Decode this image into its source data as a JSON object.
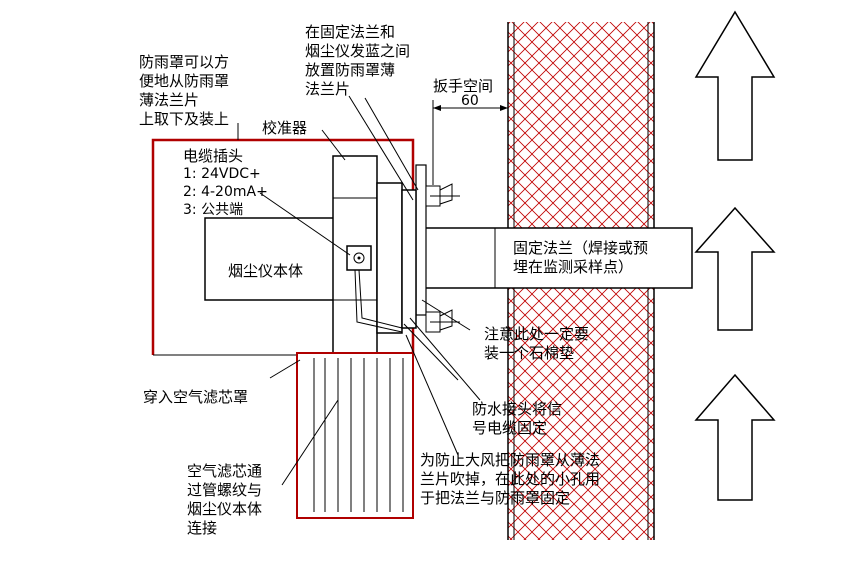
{
  "labels": {
    "rain_cover_note": [
      "防雨罩可以方",
      "便地从防雨罩",
      "薄法兰片",
      "上取下及装上"
    ],
    "fixed_flange_note": [
      "在固定法兰和",
      "烟尘仪发蓝之间",
      "放置防雨罩薄",
      "法兰片"
    ],
    "wrench_space": "扳手空间",
    "wrench_dim": "60",
    "calibrator": "校准器",
    "cable_plug_title": "电缆插头",
    "cable_plug_pins": [
      "1: 24VDC+",
      "2: 4-20mA+",
      "3: 公共端"
    ],
    "body": "烟尘仪本体",
    "fixed_flange": [
      "固定法兰（焊接或预",
      "埋在监测采样点）"
    ],
    "asbestos_note": [
      "注意此处一定要",
      "装一个石棉垫"
    ],
    "filter_insert": "穿入空气滤芯罩",
    "waterproof_note": [
      "防水接头将信",
      "号电缆固定"
    ],
    "filter_connect": [
      "空气滤芯通",
      "过管螺纹与",
      "烟尘仪本体",
      "连接"
    ],
    "wind_note": [
      "为防止大风把防雨罩从薄法",
      "兰片吹掉，在此处的小孔用",
      "于把法兰与防雨罩固定"
    ]
  },
  "colors": {
    "outline": "#000000",
    "rain_cover": "#b00000",
    "wall_hatch": "#c00000"
  }
}
